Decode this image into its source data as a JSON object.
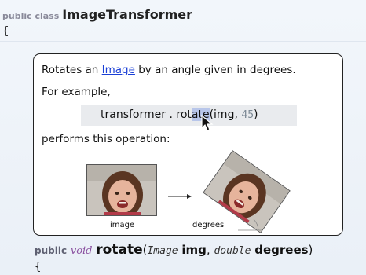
{
  "class_decl": {
    "modifiers": "public class",
    "name": "ImageTransformer",
    "open_brace": "{"
  },
  "doc": {
    "line1_pre": "Rotates an ",
    "line1_link": "Image",
    "line1_post": " by an angle given in degrees.",
    "line2": "For example,",
    "example": {
      "obj": "transformer",
      "dot": " . ",
      "method_a": "rot",
      "method_b": "ate",
      "paren_open": "(",
      "arg1": "img",
      "comma": ", ",
      "arg2": "45",
      "paren_close": ")"
    },
    "line3": "performs this operation:",
    "caption_left": "image",
    "caption_right": "degrees"
  },
  "method": {
    "kw_public": "public",
    "kw_void": "void",
    "name": "rotate",
    "paren_open": "(",
    "type1": "Image",
    "param1": "img",
    "comma": ",",
    "type2": "double",
    "param2": "degrees",
    "paren_close": ")",
    "open_brace": "{"
  },
  "colors": {
    "link": "#1a3fd6",
    "selection": "#b8c6ea",
    "keyword": "#8a50a0"
  }
}
